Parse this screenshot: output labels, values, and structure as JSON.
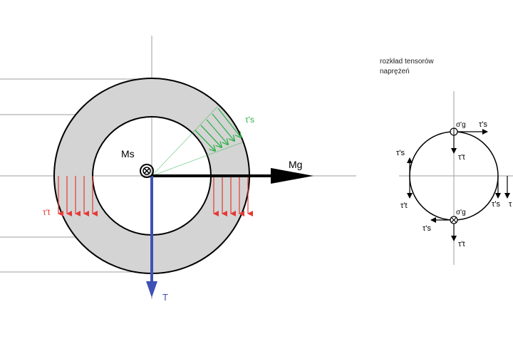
{
  "labels": {
    "ms": "Ms",
    "mg": "Mg",
    "t": "T",
    "tau_t_left": "τ't",
    "tau_s_green": "τ's"
  },
  "note": {
    "line1": "rozkład tensorów",
    "line2": "naprężeń"
  },
  "small_circle": {
    "sigma_top": "σ'g",
    "tau_s_top_right": "τ's",
    "tau_t_top_center": "τ't",
    "tau_s_left": "τ's",
    "tau_t_left": "τ't",
    "tau_right_edge": "τ",
    "sigma_bottom": "σ'g",
    "tau_s_bottom_right": "τ's",
    "tau_s_bottom_left": "τ's",
    "tau_t_bottom_center": "τ't"
  },
  "colors": {
    "ring_fill": "#d4d4d4",
    "red_arrows": "#e53935",
    "green_arrows": "#2fb34a",
    "blue_arrow": "#3f51b5",
    "black": "#000000",
    "grid_lines": "#9e9e9e"
  }
}
